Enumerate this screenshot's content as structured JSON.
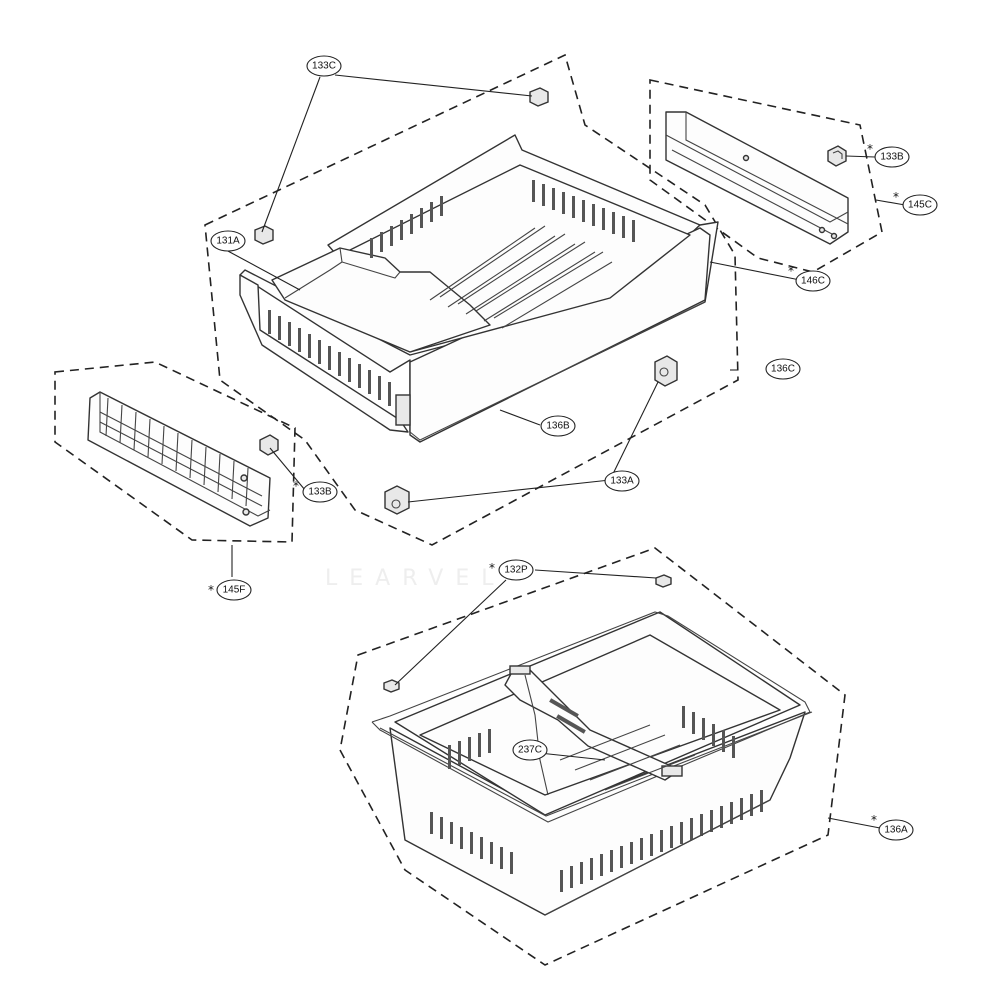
{
  "watermark": "LEARVEL",
  "callouts": {
    "c133C": {
      "label": "133C",
      "starred": false
    },
    "c133B_top": {
      "label": "133B",
      "starred": true
    },
    "c145C": {
      "label": "145C",
      "starred": true
    },
    "c131A": {
      "label": "131A",
      "starred": false
    },
    "c146C": {
      "label": "146C",
      "starred": true
    },
    "c136C": {
      "label": "136C",
      "starred": false
    },
    "c136B": {
      "label": "136B",
      "starred": false
    },
    "c133A": {
      "label": "133A",
      "starred": false
    },
    "c133B_left": {
      "label": "133B",
      "starred": true
    },
    "c145F": {
      "label": "145F",
      "starred": true
    },
    "c132P": {
      "label": "132P",
      "starred": true
    },
    "c237C": {
      "label": "237C",
      "starred": false
    },
    "c136A": {
      "label": "136A",
      "starred": true
    }
  },
  "star_symbol": "*"
}
